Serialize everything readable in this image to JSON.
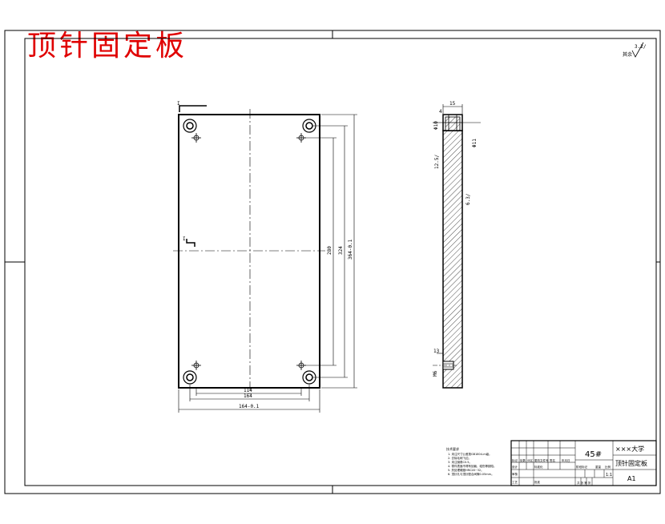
{
  "title": "顶针固定板",
  "roughness": "3.2/",
  "front_view": {
    "section_marker_top": "I",
    "section_marker_mid": "I",
    "dims": {
      "width_inner": "114",
      "width_mid": "164",
      "width_overall": "164-0.1",
      "height_inner": "280",
      "height_mid": "324",
      "height_overall": "364-0.1"
    }
  },
  "side_view": {
    "dims": {
      "top_a": "15",
      "top_b": "4",
      "cb_left": "Φ10",
      "cb_right": "Φ11",
      "roughness_left": "12.5/",
      "roughness_mid": "6.3/",
      "bottom_a": "13",
      "bottom_b": "M6"
    }
  },
  "notes": {
    "heading": "技术要求",
    "lines": [
      "1. 未注尺寸公差按GB1804-m级。",
      "2. 去除毛刺飞边。",
      "3. 未注倒角C0.5。",
      "4. 零件表面不得有划痕、碰伤等缺陷。",
      "5. 热处理硬度HRC28~32。",
      "6. 顶针孔与顶针配合间隙0.05mm。"
    ]
  },
  "title_block": {
    "material": "45#",
    "school": "×××大学",
    "part_name": "顶针固定板",
    "drawing_no": "A1",
    "scale": "1:1",
    "row_labels": [
      "标记",
      "处数",
      "分区",
      "更改文件号",
      "签名",
      "年月日"
    ],
    "role_labels": [
      "设计",
      "审核",
      "工艺",
      "标准化",
      "批准"
    ],
    "stage_label": "阶段标记",
    "weight_label": "重量",
    "scale_label": "比例",
    "sheet_label": "共 张 第 张"
  }
}
